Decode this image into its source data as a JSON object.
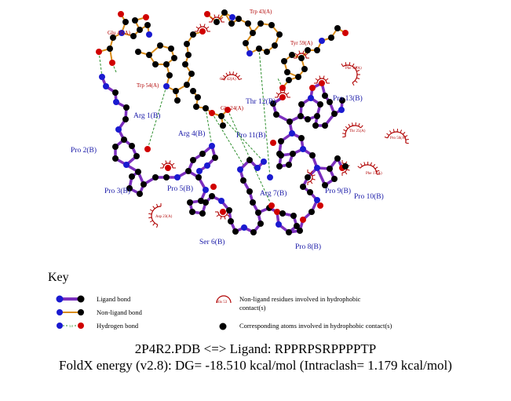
{
  "ligand_residues": [
    "Arg 1(B)",
    "Pro 2(B)",
    "Pro 3(B)",
    "Arg 4(B)",
    "Pro 5(B)",
    "Ser 6(B)",
    "Arg 7(B)",
    "Pro 8(B)",
    "Pro 9(B)",
    "Pro 10(B)",
    "Pro 11(B)",
    "Thr 12(B)",
    "Pro 13(B)"
  ],
  "protein_residues": [
    "Glu 45(A)",
    "Trp 43(A)",
    "Tyr 59(A)",
    "Trp 54(A)",
    "Glu 24(A)"
  ],
  "hydrophobic_residues": [
    "Gly 42(A)",
    "Phe 15(A)",
    "Thr 25(A)",
    "Pro 56(A)",
    "Phe 17(A)",
    "Asp 23(A)"
  ],
  "key": {
    "title": "Key",
    "ligand_bond": "Ligand bond",
    "non_ligand_bond": "Non-ligand bond",
    "hydrogen_bond": "Hydrogen bond",
    "hbond_length": "3.0",
    "sample_residue": "His 53",
    "hydrophobic_residue_desc_line1": "Non-ligand residues involved in hydrophobic",
    "hydrophobic_residue_desc_line2": "contact(s)",
    "hydrophobic_atom_desc": "Corresponding atoms involved in hydrophobic contact(s)"
  },
  "caption": {
    "line1": "2P4R2.PDB <=> Ligand: RPPRPSRPPPPTP",
    "line2": "FoldX energy (v2.8): DG= -18.510 kcal/mol (Intraclash= 1.179 kcal/mol)"
  },
  "colors": {
    "ligand_bond": "#7b2fbe",
    "non_ligand_bond": "#d98c1a",
    "hbond": "#2f8f2f",
    "carbon": "#000000",
    "nitrogen": "#1a1ad0",
    "oxygen": "#d00000",
    "arc": "#b00000"
  }
}
